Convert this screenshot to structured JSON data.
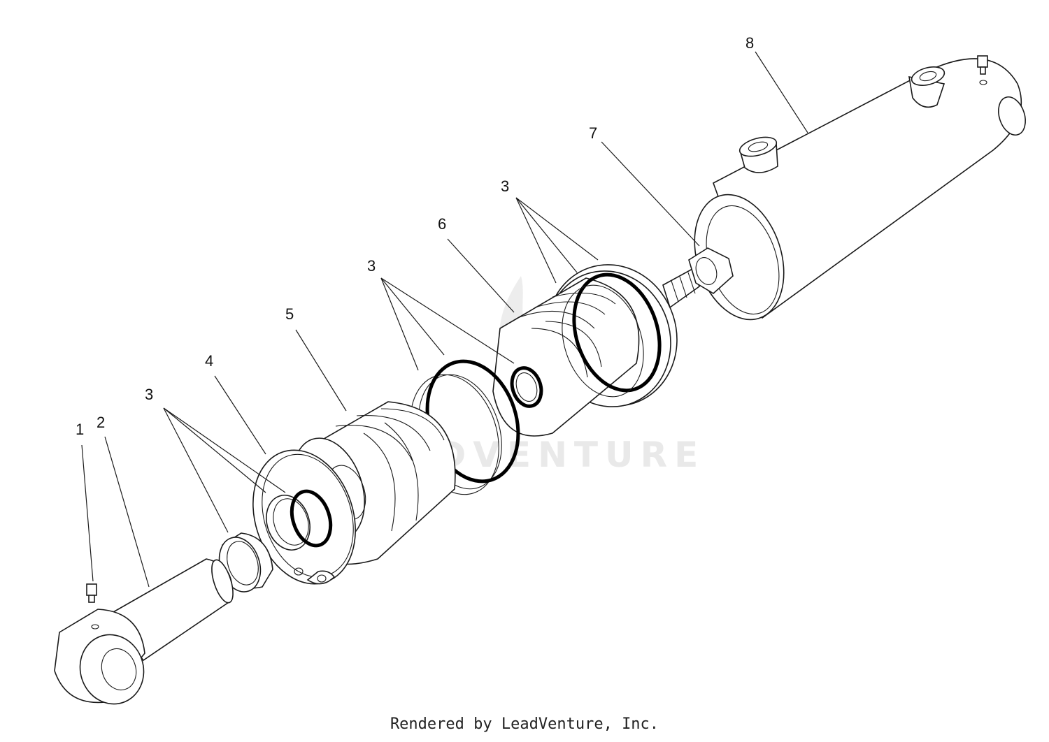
{
  "callouts": {
    "c1": "1",
    "c2": "2",
    "c3a": "3",
    "c3b": "3",
    "c3c": "3",
    "c4": "4",
    "c5": "5",
    "c6": "6",
    "c7": "7",
    "c8": "8"
  },
  "watermark": "LEADVENTURE",
  "footer": "Rendered by LeadVenture, Inc."
}
